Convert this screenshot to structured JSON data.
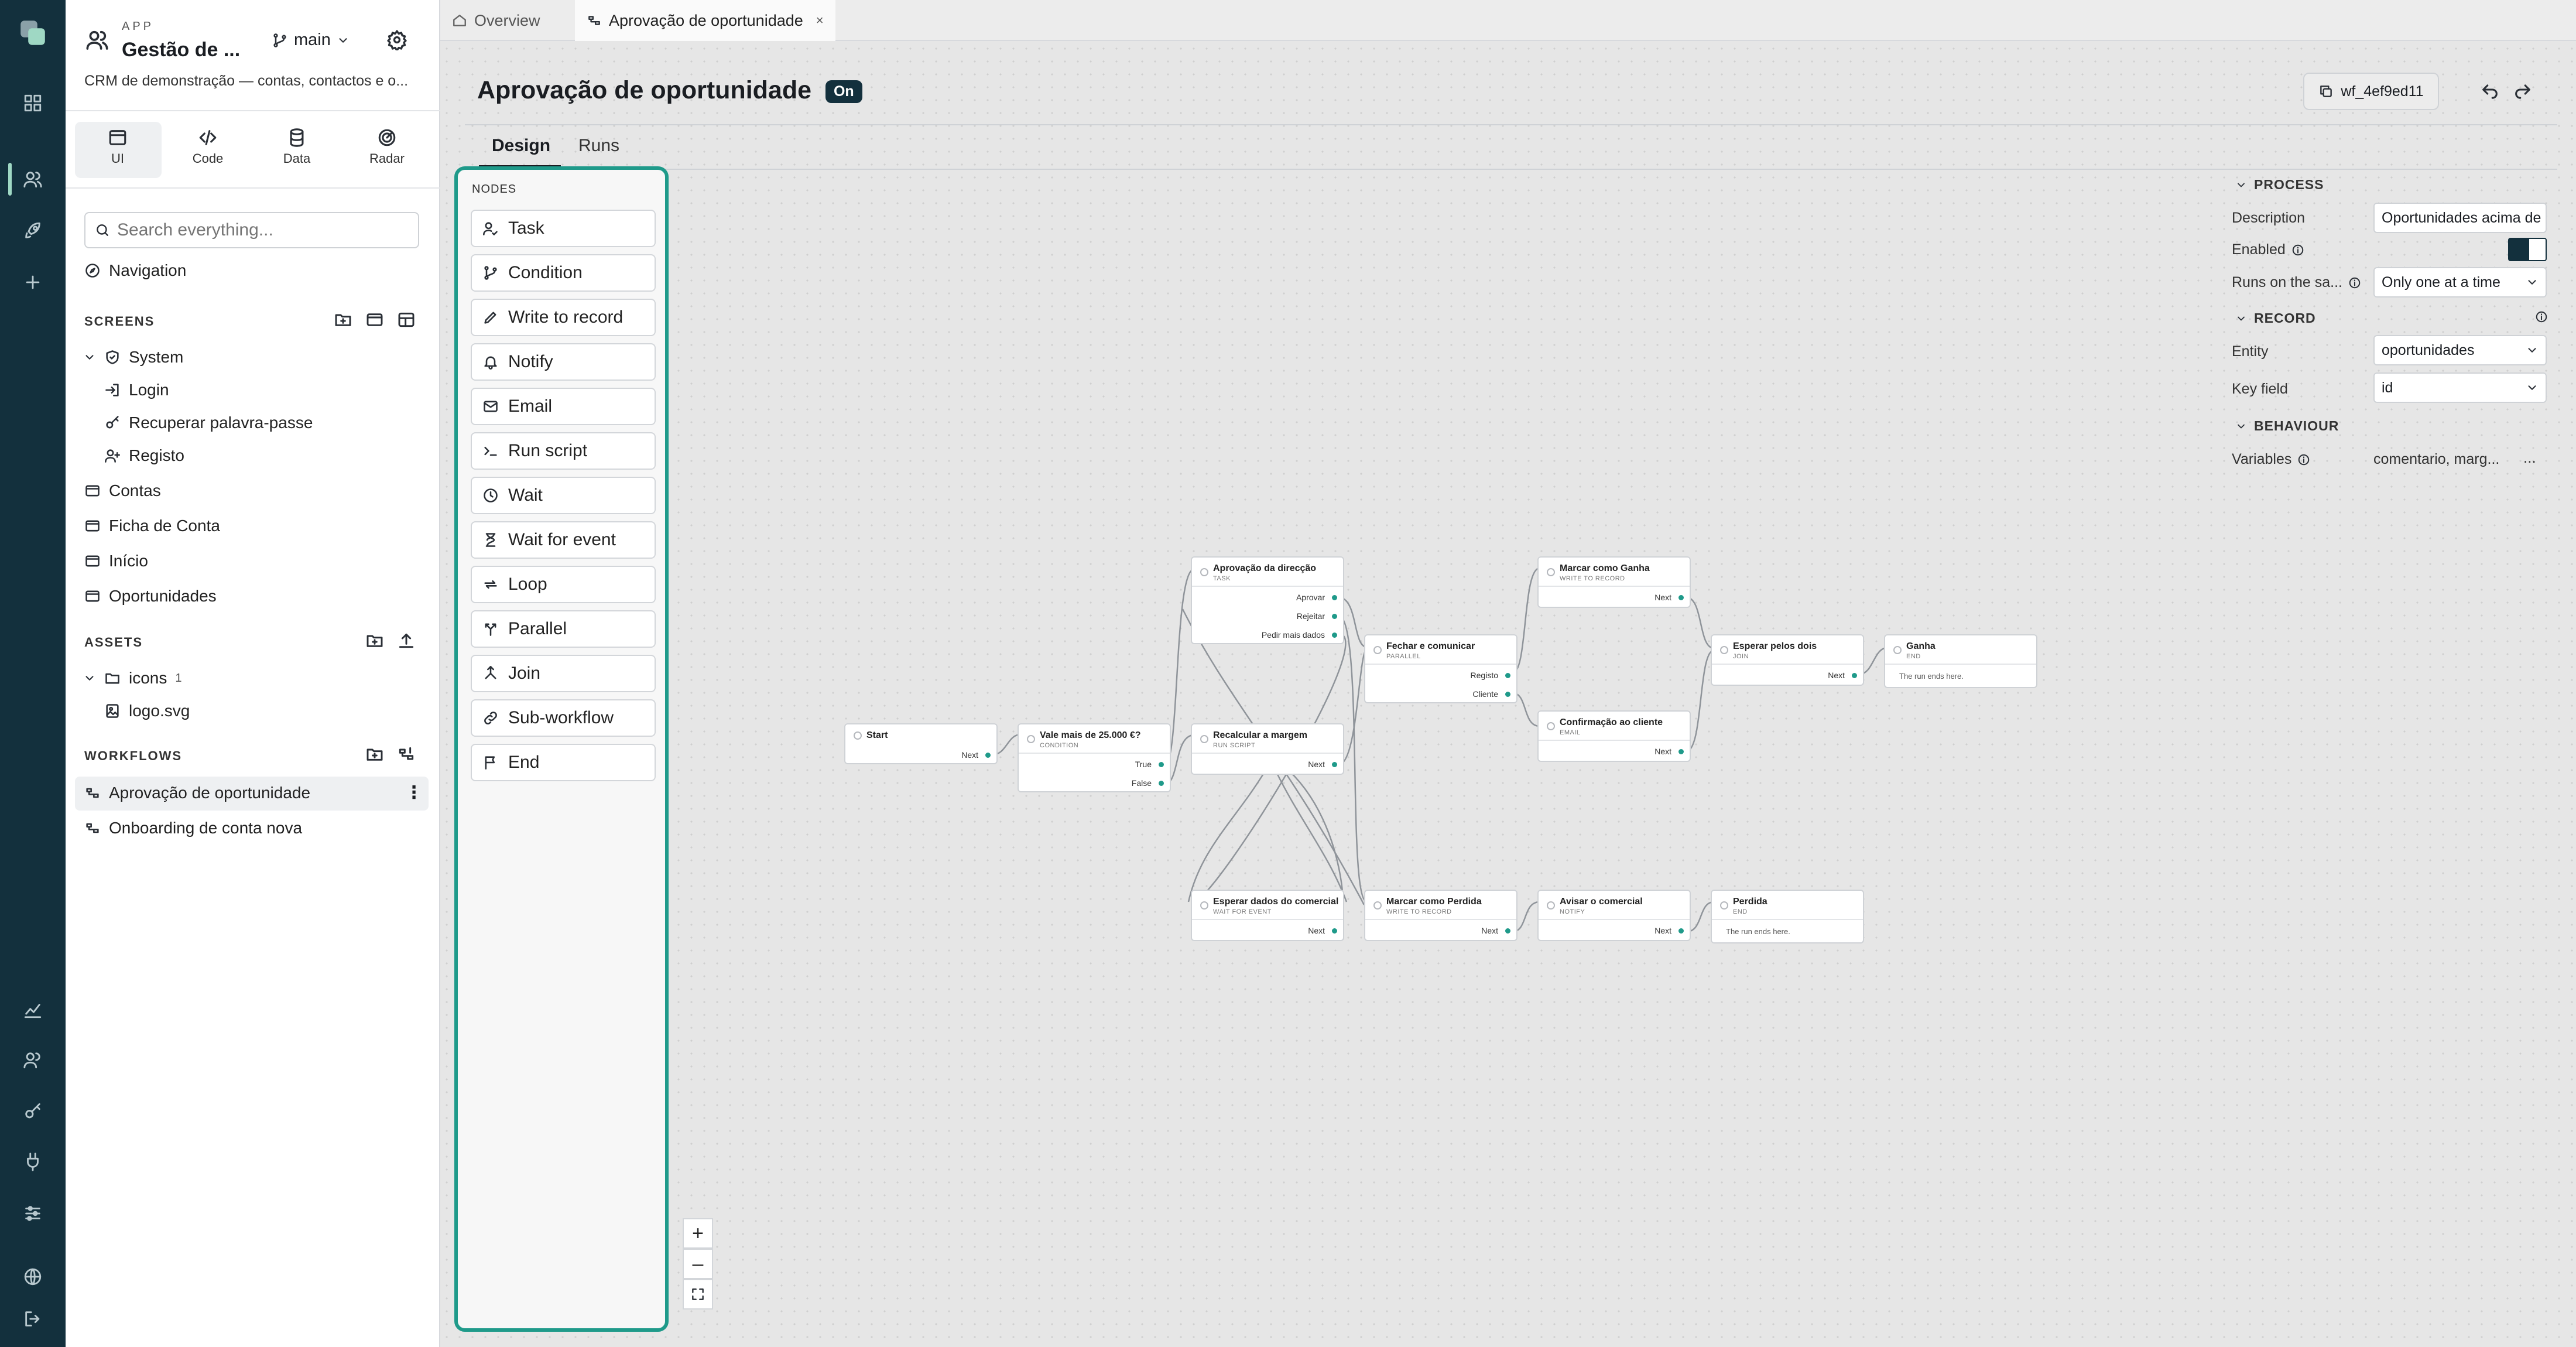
{
  "app": {
    "kind": "APP",
    "name": "Gestão de ...",
    "branch": "main",
    "description": "CRM de demonstração — contas, contactos e o..."
  },
  "modes": [
    {
      "label": "UI",
      "icon": "browser-icon"
    },
    {
      "label": "Code",
      "icon": "code-icon"
    },
    {
      "label": "Data",
      "icon": "database-icon"
    },
    {
      "label": "Radar",
      "icon": "radar-icon"
    }
  ],
  "search": {
    "placeholder": "Search everything..."
  },
  "nav": {
    "label": "Navigation"
  },
  "screens": {
    "title": "SCREENS",
    "system": "System",
    "system_items": [
      "Login",
      "Recuperar palavra-passe",
      "Registo"
    ],
    "items": [
      "Contas",
      "Ficha de Conta",
      "Início",
      "Oportunidades"
    ]
  },
  "assets": {
    "title": "ASSETS",
    "folder": "icons",
    "folder_count": "1",
    "file": "logo.svg"
  },
  "workflows": {
    "title": "WORKFLOWS",
    "items": [
      "Aprovação de oportunidade",
      "Onboarding de conta nova"
    ]
  },
  "tabs": [
    {
      "label": "Overview"
    },
    {
      "label": "Aprovação de oportunidade"
    }
  ],
  "page": {
    "title": "Aprovação de oportunidade",
    "status": "On",
    "workflow_id": "wf_4ef9ed11"
  },
  "subtabs": [
    "Design",
    "Runs"
  ],
  "palette": {
    "title": "NODES",
    "items": [
      "Task",
      "Condition",
      "Write to record",
      "Notify",
      "Email",
      "Run script",
      "Wait",
      "Wait for event",
      "Loop",
      "Parallel",
      "Join",
      "Sub-workflow",
      "End"
    ]
  },
  "props": {
    "process": {
      "title": "PROCESS",
      "description_label": "Description",
      "description_value": "Oportunidades acima de",
      "enabled_label": "Enabled",
      "enabled": true,
      "runs_label": "Runs on the sa...",
      "runs_value": "Only one at a time"
    },
    "record": {
      "title": "RECORD",
      "entity_label": "Entity",
      "entity_value": "oportunidades",
      "key_label": "Key field",
      "key_value": "id"
    },
    "behaviour": {
      "title": "BEHAVIOUR",
      "variables_label": "Variables",
      "variables_value": "comentario, marg...",
      "more": "..."
    }
  },
  "nodes": {
    "start": {
      "title": "Start",
      "ports": [
        "Next"
      ]
    },
    "cond": {
      "title": "Vale mais de 25.000 €?",
      "type": "CONDITION",
      "ports": [
        "True",
        "False"
      ]
    },
    "aprov": {
      "title": "Aprovação da direcção",
      "type": "TASK",
      "ports": [
        "Aprovar",
        "Rejeitar",
        "Pedir mais dados"
      ]
    },
    "recalc": {
      "title": "Recalcular a margem",
      "type": "RUN SCRIPT",
      "ports": [
        "Next"
      ]
    },
    "esperar": {
      "title": "Esperar dados do comercial",
      "type": "WAIT FOR EVENT",
      "ports": [
        "Next"
      ]
    },
    "fechar": {
      "title": "Fechar e comunicar",
      "type": "PARALLEL",
      "ports": [
        "Registo",
        "Cliente"
      ]
    },
    "perdida_w": {
      "title": "Marcar como Perdida",
      "type": "WRITE TO RECORD",
      "ports": [
        "Next"
      ]
    },
    "ganha_w": {
      "title": "Marcar como Ganha",
      "type": "WRITE TO RECORD",
      "ports": [
        "Next"
      ]
    },
    "confirm": {
      "title": "Confirmação ao cliente",
      "type": "EMAIL",
      "ports": [
        "Next"
      ]
    },
    "avisar": {
      "title": "Avisar o comercial",
      "type": "NOTIFY",
      "ports": [
        "Next"
      ]
    },
    "join": {
      "title": "Esperar pelos dois",
      "type": "JOIN",
      "ports": [
        "Next"
      ]
    },
    "ganha": {
      "title": "Ganha",
      "type": "END",
      "note": "The run ends here."
    },
    "perdida": {
      "title": "Perdida",
      "type": "END",
      "note": "The run ends here."
    }
  },
  "zoom": {
    "in": "+",
    "out": "–"
  },
  "colors": {
    "rail": "#13303d",
    "accent": "#1f9a8a",
    "canvas": "#e6e6e6"
  }
}
